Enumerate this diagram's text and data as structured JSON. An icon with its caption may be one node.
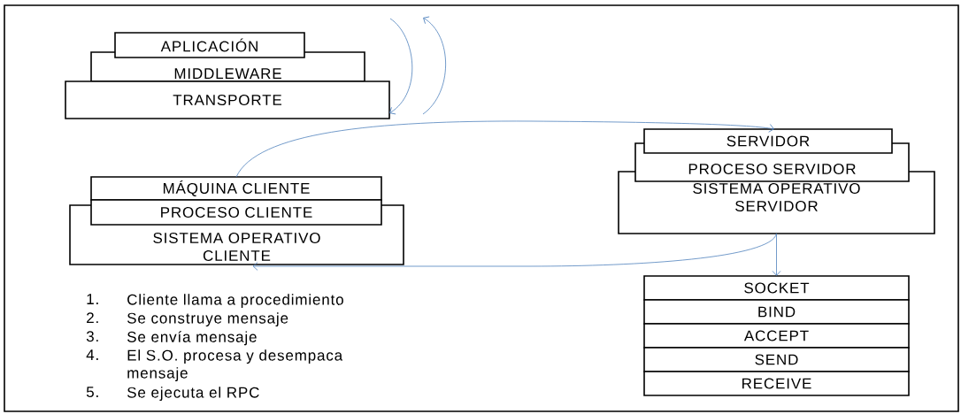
{
  "diagram": {
    "nodes": [
      {
        "text": [
          "APLICACIÓN"
        ]
      },
      {
        "text": [
          "MIDDLEWARE"
        ]
      },
      {
        "text": [
          "TRANSPORTE"
        ]
      },
      {
        "text": [
          "MÁQUINA CLIENTE"
        ]
      },
      {
        "text": [
          "PROCESO CLIENTE"
        ]
      },
      {
        "text": [
          "SISTEMA OPERATIVO CLIENTE"
        ]
      },
      {
        "text": [
          "SERVIDOR"
        ]
      },
      {
        "text": [
          "PROCESO SERVIDOR"
        ]
      },
      {
        "text": [
          "SISTEMA OPERATIVO SERVIDOR"
        ]
      },
      {
        "text": [
          "SOCKET"
        ]
      },
      {
        "text": [
          "BIND"
        ]
      },
      {
        "text": [
          "ACCEPT"
        ]
      },
      {
        "text": [
          "SEND"
        ]
      },
      {
        "text": [
          "RECEIVE"
        ]
      }
    ],
    "edges": [
      {
        "from": null,
        "to": 2,
        "arrow": "to"
      },
      {
        "from": 3,
        "to": 6,
        "arrow": "to"
      },
      {
        "from": 8,
        "to": 5,
        "arrow": "to"
      },
      {
        "from": 8,
        "to": 9,
        "arrow": "to"
      }
    ],
    "labels": [
      "1.",
      "Cliente llama a procedimiento",
      "2.",
      "Se construye mensaje",
      "3.",
      "Se envía mensaje",
      "4.",
      "El S.O. procesa y desempaca mensaje",
      "5.",
      "Se ejecuta el RPC"
    ]
  }
}
